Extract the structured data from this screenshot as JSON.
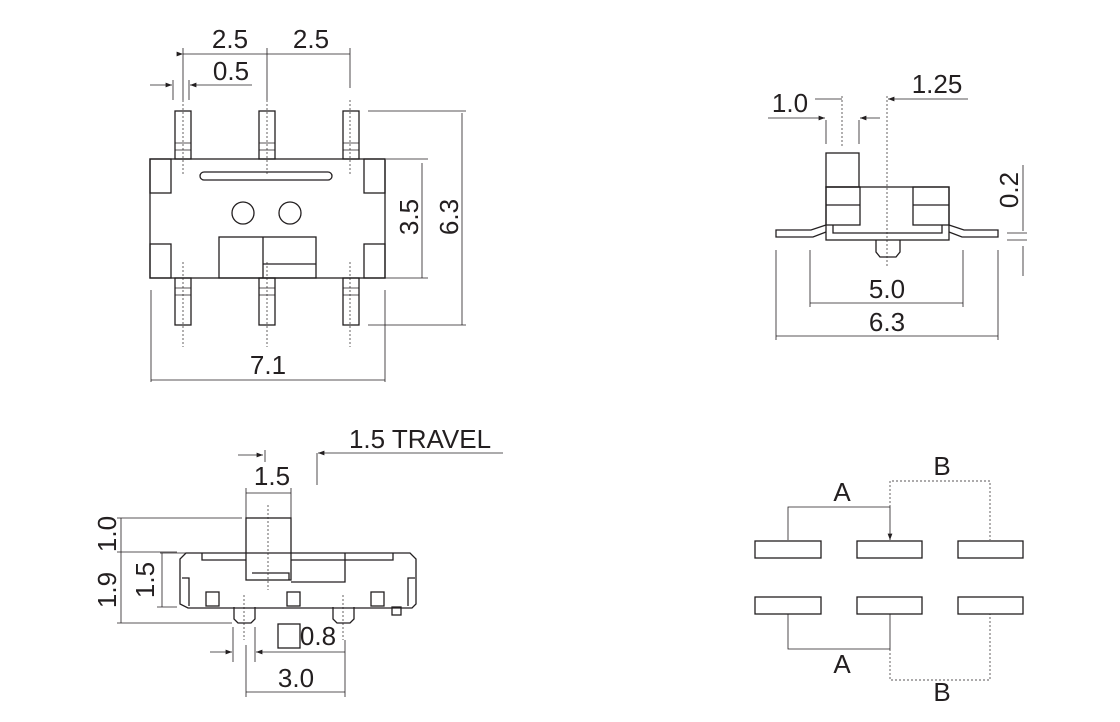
{
  "top_view": {
    "pitch_left": "2.5",
    "pitch_right": "2.5",
    "pin_width": "0.5",
    "height_inner": "3.5",
    "height_total": "6.3",
    "width": "7.1"
  },
  "end_view": {
    "actuator_width": "1.0",
    "actuator_offset": "1.25",
    "lead_thickness": "0.2",
    "body_width": "5.0",
    "total_width": "6.3"
  },
  "side_view": {
    "travel": "1.5 TRAVEL",
    "actuator_width": "1.5",
    "actuator_height": "1.0",
    "total_height": "1.9",
    "body_height": "1.5",
    "peg_diameter": "0.8",
    "peg_pitch": "3.0"
  },
  "circuit": {
    "top_a": "A",
    "top_b": "B",
    "bottom_a": "A",
    "bottom_b": "B"
  }
}
